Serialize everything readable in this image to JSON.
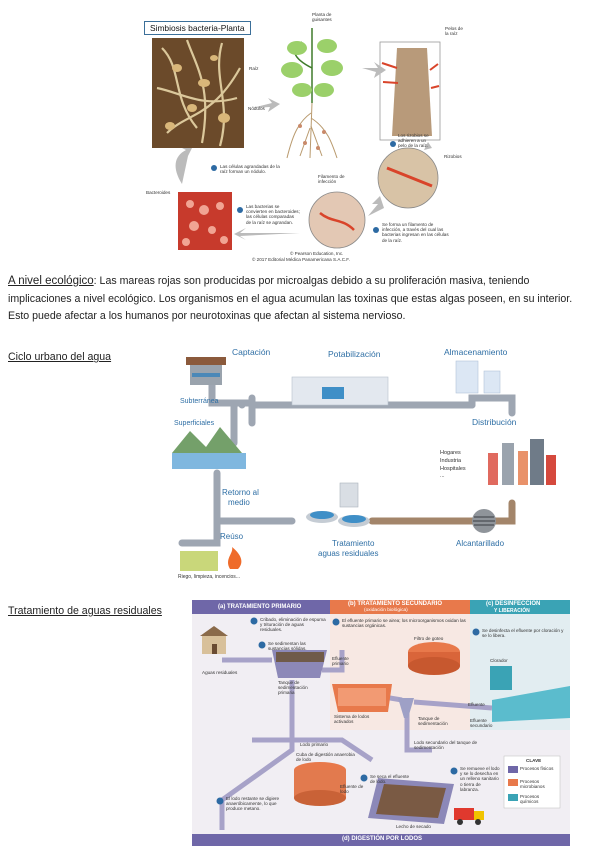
{
  "fig1": {
    "title": "Simbiosis bacteria-Planta",
    "labels": {
      "planta": "Planta de guisantes",
      "raiz": "Raíz",
      "nodulos": "Nódulos",
      "pelos": "Pelos de la raíz",
      "rizobios": "Rizobios",
      "filamento": "Filamento de infección",
      "bacteroides": "Bacteroides"
    },
    "steps": [
      {
        "num": "1",
        "text": "Los rizobios se adhieren a un pelo de la raíz."
      },
      {
        "num": "2",
        "text": "Se forma un filamento de infección, a través del cual las bacterias ingresan en las células de la raíz."
      },
      {
        "num": "3",
        "text": "Las bacterias se convierten en bacteroides; las células comparadas de la raíz se agrandan."
      },
      {
        "num": "4",
        "text": "Las células agrandadas de la raíz forman un nódulo."
      }
    ],
    "copyright1": "© Pearson Education, Inc.",
    "copyright2": "© 2017 Editorial Médica Panamericana S.A.C.F."
  },
  "paragraph": {
    "heading": "A nivel ecológico",
    "text": ": Las mareas rojas son producidas por microalgas debido a su proliferación masiva, teniendo implicaciones a nivel ecológico. Los organismos en el agua acumulan las toxinas que estas algas poseen, en su interior. Esto puede afectar a los humanos por neurotoxinas que afectan al sistema nervioso."
  },
  "section2": {
    "heading": "Ciclo urbano del agua",
    "labels": {
      "captacion": "Captación",
      "potabilizacion": "Potabilización",
      "almacenamiento": "Almacenamiento",
      "subterranea": "Subterránea",
      "superficiales": "Superficiales",
      "distribucion": "Distribución",
      "hogares": "Hogares",
      "industria": "Industria",
      "hospitales": "Hospitales",
      "dots": "...",
      "retorno1": "Retorno al",
      "retorno2": "medio",
      "tratamiento1": "Tratamiento",
      "tratamiento2": "aguas residuales",
      "alcantarillado": "Alcantarillado",
      "reuso": "Reúso",
      "riego": "Riego, limpieza, incencios..."
    }
  },
  "section3": {
    "heading": "Tratamiento de aguas residuales",
    "headers": {
      "a": "(a) TRATAMIENTO PRIMARIO",
      "b1": "(b) TRATAMIENTO SECUNDARIO",
      "b2": "(oxidación biológica)",
      "c1": "(c) DESINFECCIÓN",
      "c2": "Y LIBERACIÓN",
      "d": "(d) DIGESTIÓN POR LODOS"
    },
    "labels": {
      "s1": "Cribado, eliminación de espuma y trituración de aguas residuales.",
      "s2": "Se sedimentan las sustancias sólidas.",
      "s3": "El efluente primario se airea; los microorganismos oxidan las sustancias orgánicas.",
      "s4": "Se desinfecta el efluente por cloración y se lo libera.",
      "s5": "El lodo restante se digiere anaeróbicamente, lo que produce metano.",
      "s6": "Se seca el efluente de lodo.",
      "s7": "Se remueve el lodo y se lo desecha en un relleno sanitario o tierra de labranza.",
      "aguas": "Aguas residuales",
      "tanque1": "Tanque de sedimentación primaria",
      "efluente_primario": "Efluente primario",
      "filtro": "Filtro de goteo",
      "sistema": "Sistema de lodos activados",
      "tanque2": "Tanque de sedimentación",
      "clorador": "Clorador",
      "efluente": "Efluente",
      "efluente_secundario": "Efluente secundario",
      "lodo_primario": "Lodo primario",
      "lodo_secundario": "Lodo secundario del tanque de sedimentación",
      "cuba": "Cuba de digestión anaerobia de lodo",
      "efluente_lodo": "Efluente de lodo",
      "lecho": "Lecho de secado"
    },
    "legend": {
      "title": "CLAVE",
      "items": [
        "Procesos físicos",
        "Procesos microbianos",
        "Procesos químicos"
      ]
    },
    "colors": {
      "primary": "#6f67a8",
      "secondary": "#e8794b",
      "disinfect": "#3aa3b5",
      "digest": "#6f67a8"
    }
  }
}
